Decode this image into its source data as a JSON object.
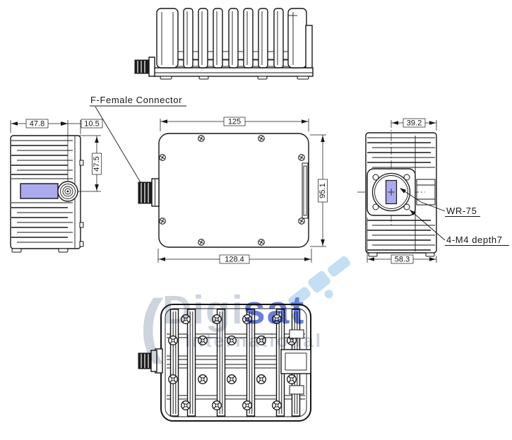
{
  "annotations": {
    "f_connector": "F-Female Connector",
    "waveguide": "WR-75",
    "mount_holes": "4-M4  depth7"
  },
  "dimensions": {
    "left_view": {
      "body_width": "47.8",
      "connector_offset": "10.5",
      "connector_height": "47.5"
    },
    "front_view": {
      "top_width": "125",
      "height": "95.1",
      "bottom_width": "128.4"
    },
    "right_view": {
      "flange_offset": "39.2",
      "body_width": "58.3"
    }
  },
  "watermark": {
    "parenthesis": "(",
    "brand_prefix": "Digi",
    "brand_suffix": "sat",
    "subtitle": "International"
  },
  "colors": {
    "line": "#161616",
    "highlight_fill": "#abaaee",
    "watermark_gray": "#c6cdd9",
    "watermark_blue": "#4d68d8",
    "watermark_sky": "#badaf2"
  }
}
